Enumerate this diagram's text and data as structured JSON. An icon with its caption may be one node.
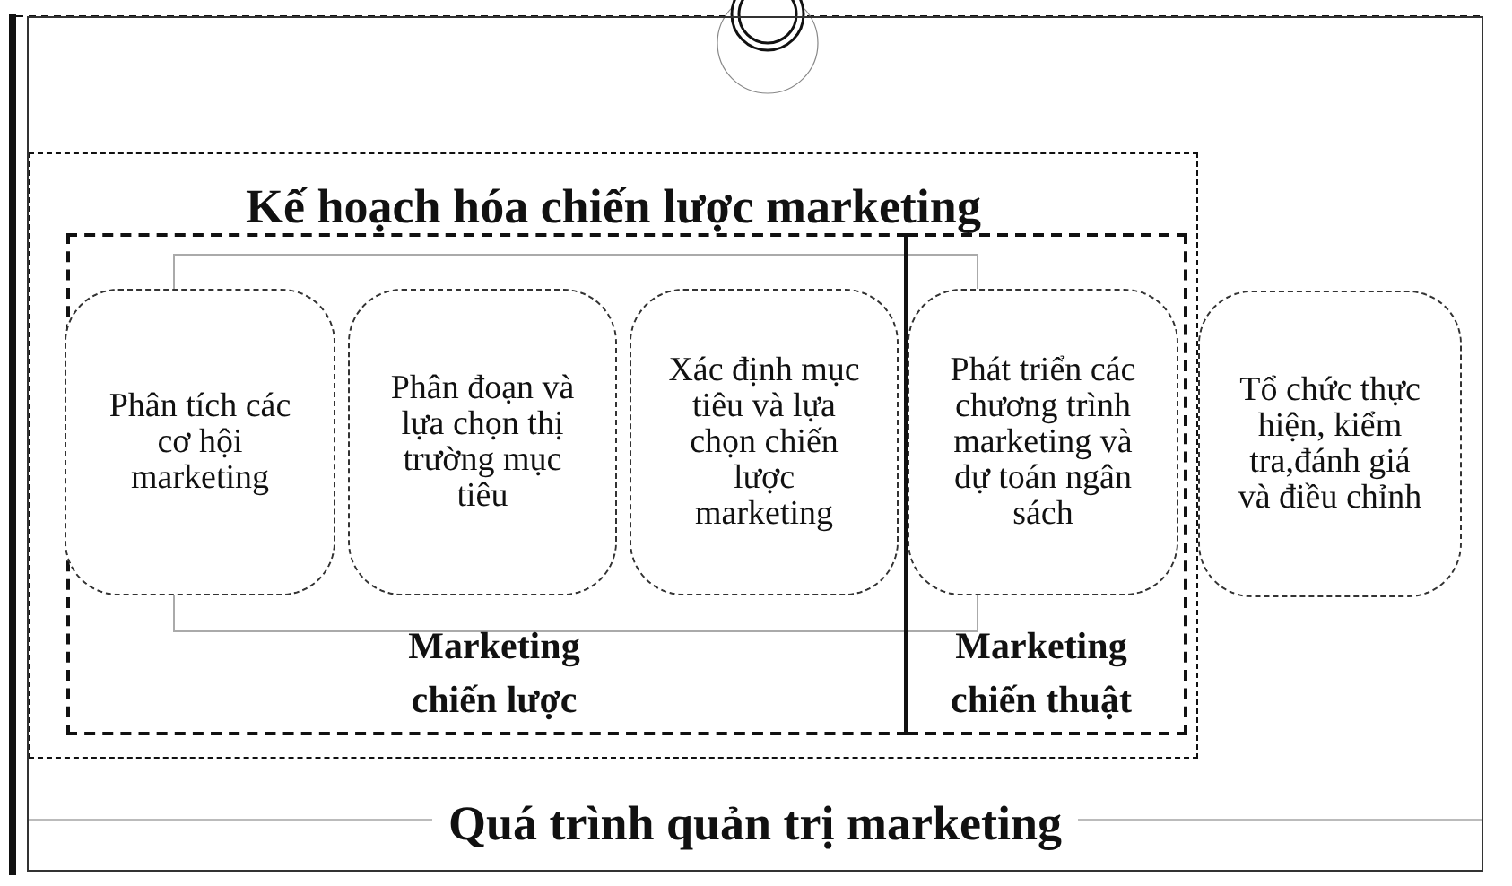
{
  "diagram": {
    "nodes": [
      {
        "text": [
          "Quá trình quản trị marketing"
        ]
      },
      {
        "text": [
          "Kế hoạch hóa chiến lược marketing"
        ],
        "in": 0
      },
      {
        "text": [
          "Marketing chiến lược"
        ],
        "in": 1
      },
      {
        "text": [
          "Marketing chiến thuật"
        ],
        "in": 1
      },
      {
        "text": [
          "Phân tích các cơ hội marketing"
        ],
        "in": 2
      },
      {
        "text": [
          "Phân đoạn và lựa chọn thị trường mục tiêu"
        ],
        "in": 2
      },
      {
        "text": [
          "Xác định mục tiêu và lựa chọn chiến lược marketing"
        ],
        "in": 2
      },
      {
        "text": [
          "Phát triển các chương trình marketing và dự toán ngân sách"
        ],
        "in": 3
      },
      {
        "text": [
          "Tổ chức thực hiện, kiểm tra,đánh giá và điều chỉnh"
        ],
        "in": 0
      }
    ]
  }
}
